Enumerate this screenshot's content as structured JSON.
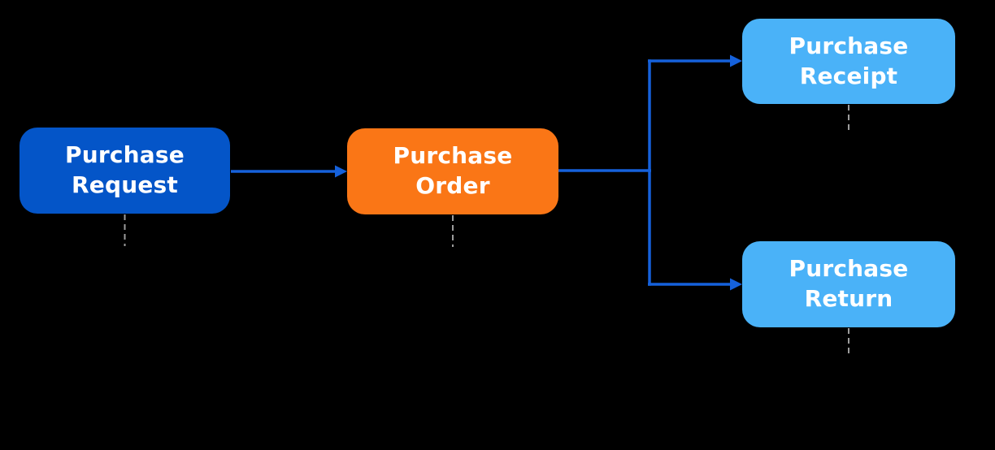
{
  "diagram": {
    "description": "Purchase document flow diagram",
    "background_color": "#000000",
    "connector_color": "#1561DB",
    "dashed_stub_color": "#9C9C9C",
    "text_color": "#FFFFFF",
    "nodes": [
      {
        "id": "purchase-request",
        "label": "Purchase Request",
        "color": "#0455C8"
      },
      {
        "id": "purchase-order",
        "label": "Purchase Order",
        "color": "#FA7616"
      },
      {
        "id": "purchase-receipt",
        "label": "Purchase Receipt",
        "color": "#4AB2F8"
      },
      {
        "id": "purchase-return",
        "label": "Purchase Return",
        "color": "#4AB2F8"
      }
    ],
    "edges": [
      {
        "from": "purchase-request",
        "to": "purchase-order"
      },
      {
        "from": "purchase-order",
        "to": "purchase-receipt"
      },
      {
        "from": "purchase-order",
        "to": "purchase-return"
      }
    ]
  }
}
